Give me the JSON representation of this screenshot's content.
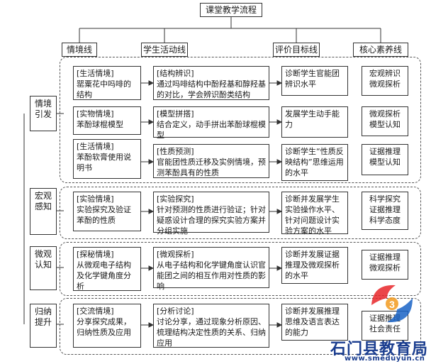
{
  "title": "课堂教学流程",
  "columns": [
    "情境线",
    "学生活动线",
    "评价目标线",
    "核心素养线"
  ],
  "stages": [
    "情境引发",
    "宏观感知",
    "微观认知",
    "归纳提升"
  ],
  "cells": {
    "context": [
      "[生活情境]\n罂粟花中吗啡的结构",
      "[实物情境]\n苯酚球棍模型",
      "[生活情境]\n苯酚软膏使用说明书",
      "[实验情境]\n实验探究及验证苯酚的性质",
      "[探秘情境]\n从微观电子结构及化学键角度分析",
      "[交流情境]\n分享探究成果，归纳性质及应用"
    ],
    "activity": [
      "[结构辨识]\n通过吗啡结构中酚羟基和醇羟基的对比，学会辨识酚类结构",
      "[模型拼搭]\n结合定义，动手拼出苯酚球棍模型",
      "[性质预测]\n官能团性质迁移及实例情境，预测苯酚具有的性质",
      "[实验探究]\n针对预测的性质进行验证；针对疑惑设计合理的探究实验方案并分组实施",
      "[微观探析]\n从电子结构和化学键角度认识官能团之间的相互作用对性质的影响",
      "[分析讨论]\n讨论分享，通过现象分析原因、梳理结构决定性质的关系、归纳应用"
    ],
    "evaluation": [
      "诊断学生官能团辨识水平",
      "发展学生动手能力",
      "诊断学生“性质反映结构”思维运用的水平",
      "诊断并发展学生实验操作水平、针对问题设计实验方案的水平",
      "诊断并发展证据推理及微观探析的水平",
      "诊断并发展推理思维及语言表达的能力"
    ],
    "literacy": [
      "宏观辨识\n微观探析",
      "微观探析\n模型认知",
      "证据推理\n模型认知",
      "科学探究\n证据推理\n科学态度",
      "证据推理\n微观探析",
      "证据推理\n社会责任"
    ]
  },
  "watermark": {
    "text": "石门县教育局",
    "url": "www.smeduyun.cn",
    "logo": "smeduyun-logo-icon"
  },
  "colors": {
    "line": "#333333",
    "watermark": "#1a3d8f",
    "logo_red": "#e8262a",
    "logo_blue": "#1a63c6"
  }
}
